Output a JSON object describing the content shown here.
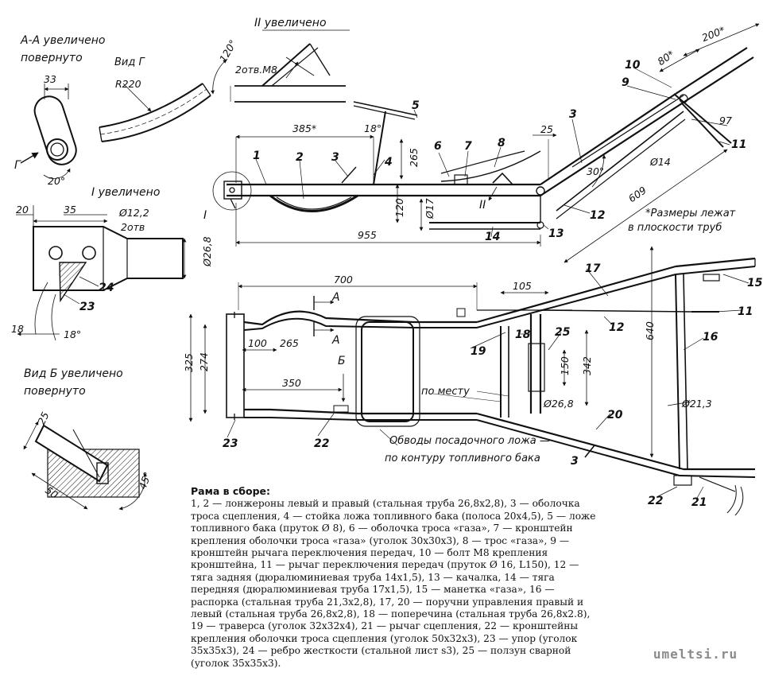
{
  "views": {
    "section_aa": [
      "А-А увеличено",
      "повернуто"
    ],
    "view_g": "Вид Г",
    "detail_2": "II увеличено",
    "detail_1": "I увеличено",
    "view_b": [
      "Вид Б увеличено",
      "повернуто"
    ]
  },
  "dimensions": {
    "d33": "33",
    "d20deg": "20°",
    "r220": "R220",
    "d120deg": "120°",
    "m8": "2отв.М8",
    "d385": "385*",
    "d18deg": "18°",
    "d265": "265",
    "d25": "25",
    "d30deg": "30°",
    "d14": "Ø14",
    "d609": "609",
    "d97": "97",
    "d80": "80*",
    "d200": "200*",
    "d120": "120",
    "d17": "Ø17",
    "d955": "955",
    "d20": "20",
    "d35": "35",
    "d12": "Ø12,2",
    "d2h": "2отв",
    "d26a": "Ø26,8",
    "d18": "18",
    "d18b": "18°",
    "d700": "700",
    "d105": "105",
    "d100": "100",
    "d265b": "265",
    "d350": "350",
    "d325": "325",
    "d274": "274",
    "d150": "150",
    "d342": "342",
    "d26b": "Ø26,8",
    "d640": "640",
    "d213": "Ø21,3",
    "d25b": "25",
    "d50": "50",
    "d45": "45°"
  },
  "letters": {
    "g": "Г",
    "a1": "А",
    "a2": "А",
    "b": "Б",
    "roman1": "I",
    "roman2": "II"
  },
  "callouts": [
    "1",
    "2",
    "3",
    "4",
    "5",
    "6",
    "7",
    "8",
    "3",
    "9",
    "10",
    "11",
    "12",
    "13",
    "14",
    "24",
    "23",
    "17",
    "15",
    "11",
    "12",
    "16",
    "18",
    "25",
    "19",
    "20",
    "22",
    "23",
    "3",
    "22",
    "21"
  ],
  "notes": {
    "plane": [
      "*Размеры лежат",
      "в плоскости труб"
    ],
    "place": "по месту",
    "contour": [
      "Обводы посадочного ложа —",
      "по контуру топливного бака"
    ]
  },
  "legend": {
    "title": "Рама в сборе:",
    "text": "1, 2 — лонжероны левый и правый (стальная труба 26,8х2,8), 3 — оболочка троса сцепления, 4 — стойка ложа топливного бака (полоса 20х4,5), 5 — ложе топливного бака (пруток Ø 8), 6 — оболочка троса «газа», 7 — кронштейн крепления оболочки троса «газа» (уголок 30х30х3), 8 — трос «газа», 9 — кронштейн рычага переключения передач, 10 — болт М8 крепления кронштейна, 11 — рычаг переключения передач (пруток Ø 16, L150), 12 — тяга задняя (дюралюминиевая труба 14х1,5), 13 — качалка, 14 — тяга передняя (дюралюминиевая труба 17х1,5), 15 — манетка «газа», 16 — распорка (стальная труба 21,3х2,8), 17, 20 — поручни управления правый и левый (стальная труба 26,8х2,8), 18 — поперечина (стальная труба 26,8х2.8), 19 — траверса (уголок 32х32х4), 21 — рычаг сцепления, 22 — кронштейны крепления оболочки троса сцепления (уголок 50х32х3), 23 — упор (уголок 35х35х3), 24 — ребро жесткости (стальной лист s3), 25 — ползун сварной (уголок 35х35х3)."
  },
  "watermark": "umeltsi.ru"
}
